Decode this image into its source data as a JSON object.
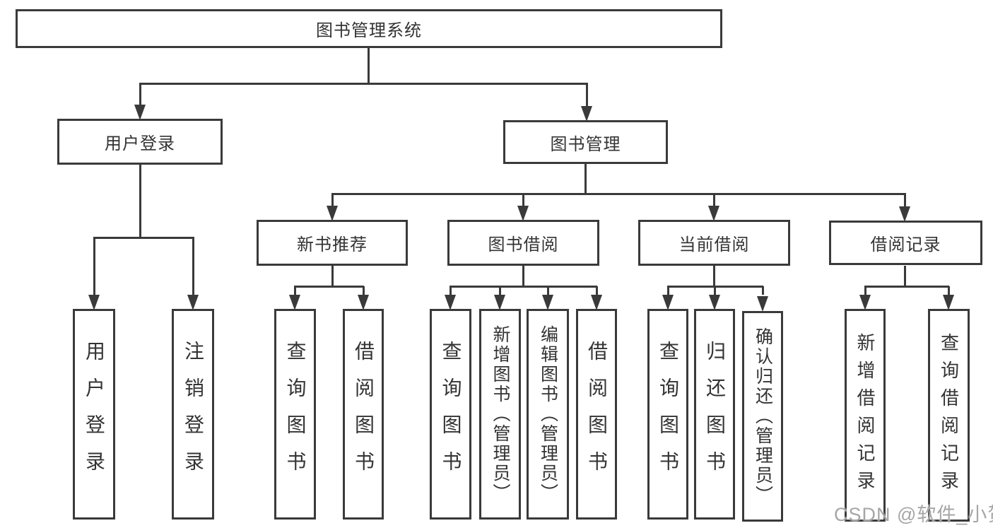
{
  "tree": {
    "root": {
      "label": "图书管理系统"
    },
    "children": [
      {
        "label": "用户登录",
        "children": [
          {
            "label": "用户登录"
          },
          {
            "label": "注销登录"
          }
        ]
      },
      {
        "label": "图书管理",
        "children": [
          {
            "label": "新书推荐",
            "children": [
              {
                "label": "查询图书"
              },
              {
                "label": "借阅图书"
              }
            ]
          },
          {
            "label": "图书借阅",
            "children": [
              {
                "label": "查询图书"
              },
              {
                "label": "新增图书（管理员）"
              },
              {
                "label": "编辑图书（管理员）"
              },
              {
                "label": "借阅图书"
              }
            ]
          },
          {
            "label": "当前借阅",
            "children": [
              {
                "label": "查询图书"
              },
              {
                "label": "归还图书"
              },
              {
                "label": "确认归还（管理员）"
              }
            ]
          },
          {
            "label": "借阅记录",
            "children": [
              {
                "label": "新增借阅记录"
              },
              {
                "label": "查询借阅记录"
              }
            ]
          }
        ]
      }
    ]
  },
  "watermark": {
    "text": "CSDN @软件_小贺同学"
  },
  "colors": {
    "line": "#3a3a3a",
    "text": "#333333",
    "background": "#ffffff",
    "watermark": "#a6a6a6"
  }
}
